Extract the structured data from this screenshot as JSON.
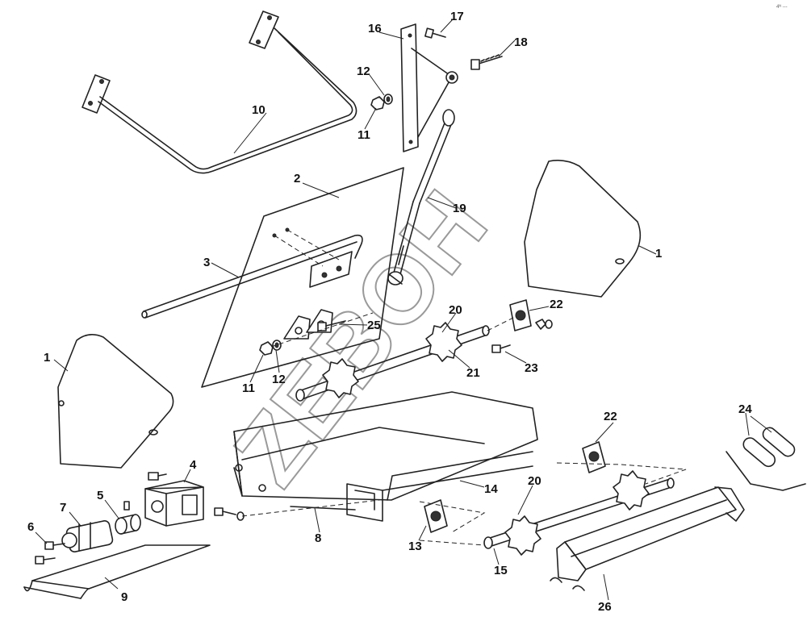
{
  "watermark": "ZEBOH",
  "corner_mark": "4ᴺ ---",
  "callouts": [
    {
      "n": "1"
    },
    {
      "n": "1"
    },
    {
      "n": "2"
    },
    {
      "n": "3"
    },
    {
      "n": "4"
    },
    {
      "n": "5"
    },
    {
      "n": "6"
    },
    {
      "n": "7"
    },
    {
      "n": "8"
    },
    {
      "n": "9"
    },
    {
      "n": "10"
    },
    {
      "n": "11"
    },
    {
      "n": "11"
    },
    {
      "n": "12"
    },
    {
      "n": "12"
    },
    {
      "n": "13"
    },
    {
      "n": "14"
    },
    {
      "n": "15"
    },
    {
      "n": "16"
    },
    {
      "n": "17"
    },
    {
      "n": "18"
    },
    {
      "n": "19"
    },
    {
      "n": "20"
    },
    {
      "n": "20"
    },
    {
      "n": "21"
    },
    {
      "n": "22"
    },
    {
      "n": "22"
    },
    {
      "n": "23"
    },
    {
      "n": "24"
    },
    {
      "n": "25"
    },
    {
      "n": "26"
    }
  ]
}
